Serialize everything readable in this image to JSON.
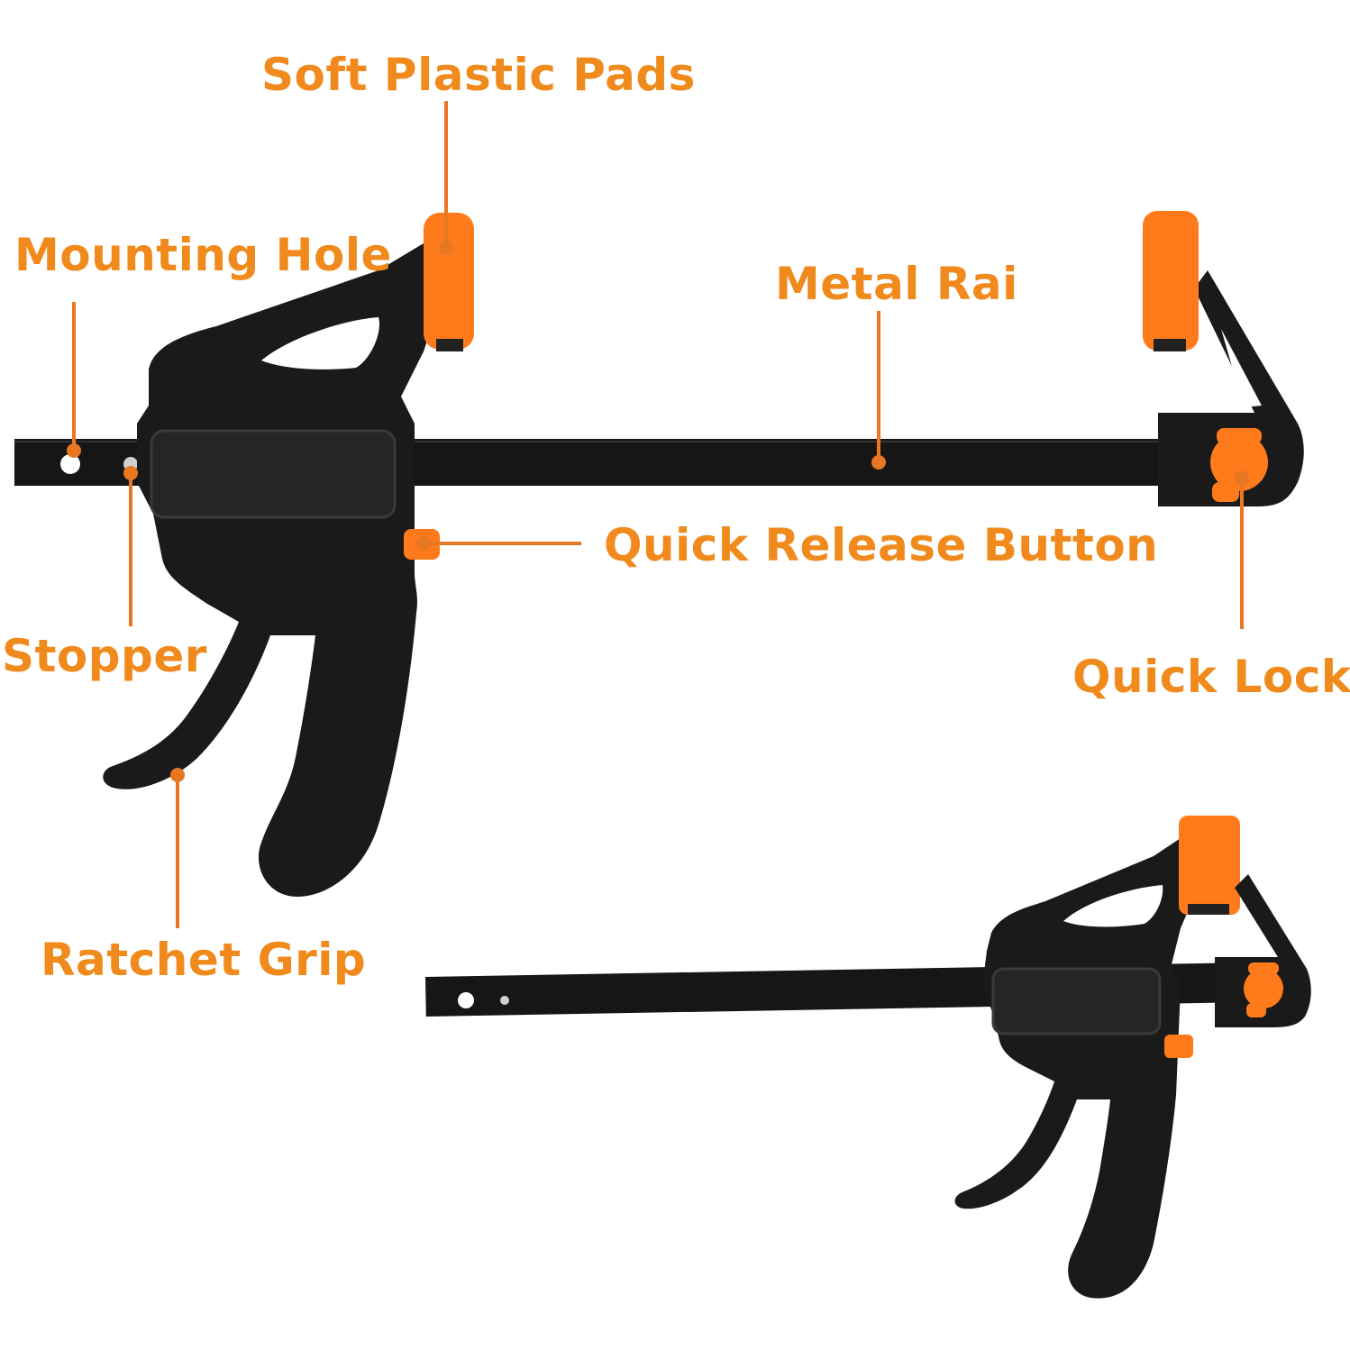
{
  "colors": {
    "accent": "#F08A1C",
    "leader": "#E87722",
    "tool_body": "#1A1A1A",
    "tool_highlight": "#333333",
    "pad": "#FF7A1A",
    "background": "#FFFFFF"
  },
  "callouts": {
    "soft_plastic_pads": "Soft Plastic Pads",
    "mounting_hole": "Mounting Hole",
    "metal_rail": "Metal Rai",
    "quick_release_button": "Quick Release Button",
    "stopper": "Stopper",
    "quick_lock": "Quick Lock",
    "ratchet_grip": "Ratchet Grip"
  }
}
